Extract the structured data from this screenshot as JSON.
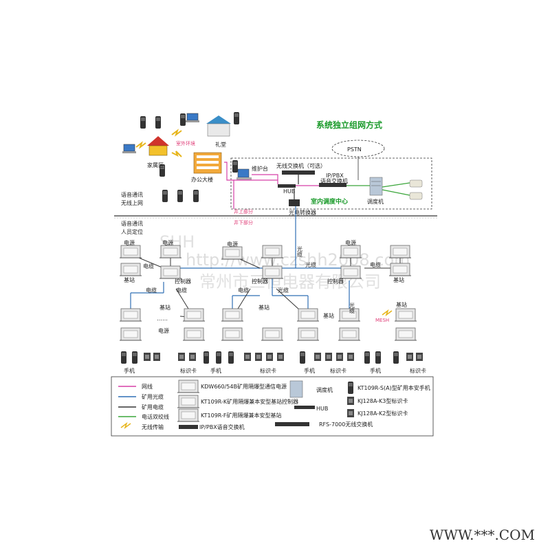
{
  "title": "系统独立组网方式",
  "top": {
    "outdoor": "室外环境",
    "family": "家属区",
    "hall": "礼堂",
    "office": "办公大楼",
    "wireless_net": [
      "语音通讯",
      "无线上网"
    ],
    "positioning": [
      "语音通讯",
      "人员定位"
    ]
  },
  "dispatch": {
    "pstn": "PSTN",
    "maintenance": "维护台",
    "wireless_switch": "无线交换机（可选）",
    "ippbx": [
      "IP/PBX",
      "语音交换机"
    ],
    "hub": "HUB",
    "center": "室内调度中心",
    "dispatcher": "调度机",
    "converter": "光电转换器",
    "surface": "井上部分",
    "underground": "井下部分"
  },
  "network": {
    "power": "电源",
    "base": "基站",
    "controller": "控制器",
    "optical_v": "光缆",
    "optical_h": "光缆",
    "cable": "电缆",
    "phone": "手机",
    "card": "标识卡",
    "mesh": "MESH",
    "dots": "……"
  },
  "legend": {
    "lines": [
      {
        "label": "网线",
        "color": "#d63fa6"
      },
      {
        "label": "矿用光缆",
        "color": "#2f6fb5"
      },
      {
        "label": "矿用电缆",
        "color": "#333333"
      },
      {
        "label": "电话双绞线",
        "color": "#3aa53a"
      },
      {
        "label": "无线传输",
        "color": "#e7b51b"
      }
    ],
    "devices": [
      "KDW660/54B矿用隔爆型通信电源",
      "KT109R-K矿用隔爆兼本安型基站控制器",
      "KT109R-F矿用隔爆兼本安型基站",
      "IP/PBX语音交换机"
    ],
    "misc": [
      "调度机",
      "HUB",
      "RFS-7000无线交换机"
    ],
    "terminals": [
      "KT109R-S(A)型矿用本安手机",
      "KJ128A-K3型标识卡",
      "KJ128A-K2型标识卡"
    ]
  },
  "watermark": {
    "logo": "SHH",
    "url": "http://www.czshh2008.com",
    "company": "常州市三恒电器有限公司"
  },
  "footer": "WWW.***.COM"
}
